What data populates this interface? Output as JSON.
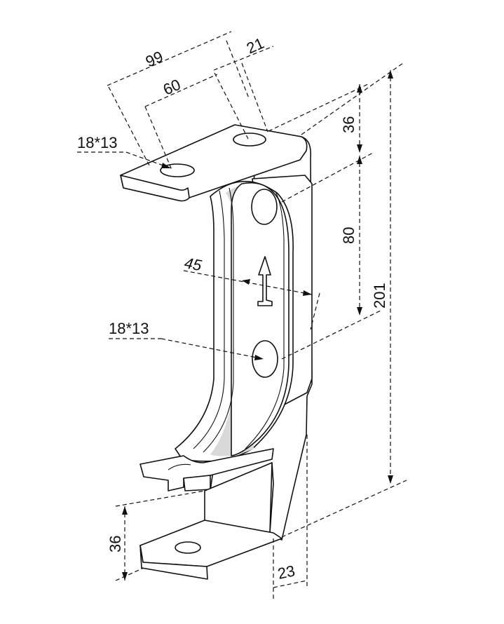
{
  "dimensions": {
    "d99": "99",
    "d21": "21",
    "d60": "60",
    "d36_top": "36",
    "d80": "80",
    "d201": "201",
    "d45": "45",
    "d18x13_top": "18*13",
    "d18x13_mid": "18*13",
    "d36_bottom": "36",
    "d23": "23"
  }
}
